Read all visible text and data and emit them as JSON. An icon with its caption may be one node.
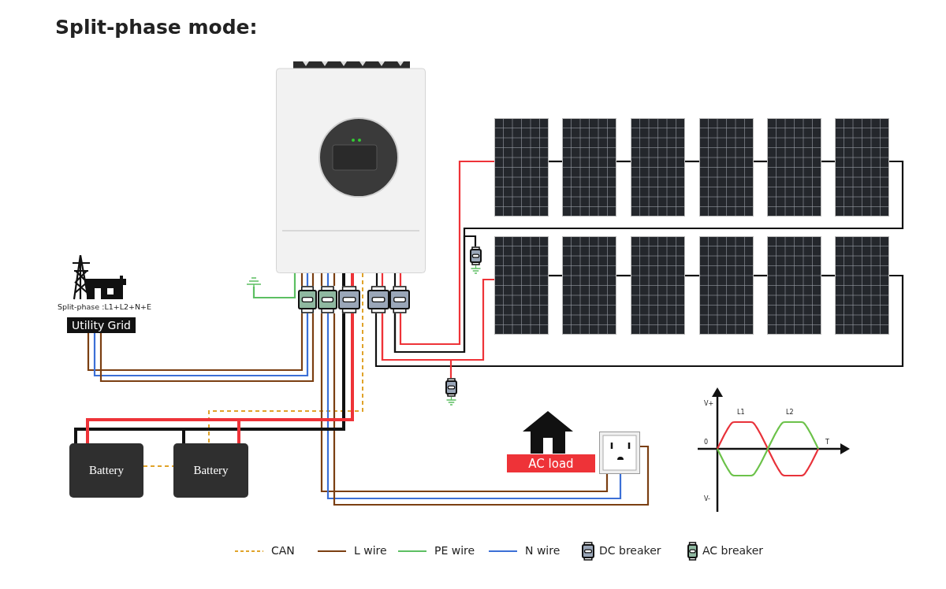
{
  "diagram": {
    "title": "Split-phase mode:",
    "nodes": [
      {
        "text": [],
        "shape": "box"
      },
      {
        "text": [],
        "shape": "panel"
      },
      {
        "text": [],
        "shape": "panel"
      },
      {
        "text": [],
        "shape": "panel"
      },
      {
        "text": [],
        "shape": "panel"
      },
      {
        "text": [],
        "shape": "panel"
      },
      {
        "text": [],
        "shape": "panel"
      },
      {
        "text": [],
        "shape": "panel"
      },
      {
        "text": [],
        "shape": "panel"
      },
      {
        "text": [],
        "shape": "panel"
      },
      {
        "text": [],
        "shape": "panel"
      },
      {
        "text": [],
        "shape": "panel"
      },
      {
        "text": [],
        "shape": "panel"
      },
      {
        "text": [],
        "shape": "breaker"
      },
      {
        "text": [],
        "shape": "ground"
      },
      {
        "text": [
          "Utility Grid"
        ],
        "beside": [
          "Split-phase :L1+L2+N+E"
        ]
      },
      {
        "text": [],
        "shape": "breaker"
      },
      {
        "text": [],
        "shape": "breaker"
      },
      {
        "text": [],
        "shape": "breaker"
      },
      {
        "text": [],
        "shape": "breaker"
      },
      {
        "text": [],
        "shape": "breaker"
      },
      {
        "text": [],
        "shape": "breaker"
      },
      {
        "text": [
          "AC load"
        ]
      },
      {
        "text": [],
        "shape": "socket"
      },
      {
        "text": [
          "Battery"
        ]
      },
      {
        "text": [
          "Battery"
        ]
      }
    ],
    "edges": [
      {
        "from": 14,
        "to": 0,
        "arrow": "none",
        "color": "#5cbf62"
      },
      {
        "from": 0,
        "to": 16,
        "arrow": "none",
        "color": "#7b3f12"
      },
      {
        "from": 0,
        "to": 16,
        "arrow": "none",
        "color": "#3b6fd6"
      },
      {
        "from": 0,
        "to": 16,
        "arrow": "none",
        "color": "#7b3f12"
      },
      {
        "from": 0,
        "to": 17,
        "arrow": "none",
        "color": "#7b3f12"
      },
      {
        "from": 0,
        "to": 17,
        "arrow": "none",
        "color": "#3b6fd6"
      },
      {
        "from": 0,
        "to": 17,
        "arrow": "none",
        "color": "#7b3f12"
      },
      {
        "from": 0,
        "to": 18,
        "arrow": "none",
        "style": "thick"
      },
      {
        "from": 0,
        "to": 18,
        "arrow": "none",
        "style": "thick",
        "color": "#ee3338"
      },
      {
        "from": 0,
        "to": 19,
        "arrow": "none"
      },
      {
        "from": 0,
        "to": 19,
        "arrow": "none",
        "color": "#ee3338"
      },
      {
        "from": 0,
        "to": 20,
        "arrow": "none"
      },
      {
        "from": 0,
        "to": 20,
        "arrow": "none",
        "color": "#ee3338"
      },
      {
        "from": 0,
        "to": 25,
        "arrow": "none",
        "style": "dashed",
        "color": "#e0a32a"
      },
      {
        "from": 24,
        "to": 25,
        "arrow": "none",
        "style": "dashed",
        "color": "#e0a32a"
      },
      {
        "from": 16,
        "to": 15,
        "arrow": "none",
        "color": "#7b3f12"
      },
      {
        "from": 16,
        "to": 15,
        "arrow": "none",
        "color": "#3b6fd6"
      },
      {
        "from": 16,
        "to": 15,
        "arrow": "none",
        "color": "#7b3f12"
      },
      {
        "from": 17,
        "to": 23,
        "arrow": "none",
        "color": "#7b3f12"
      },
      {
        "from": 17,
        "to": 23,
        "arrow": "none",
        "color": "#3b6fd6"
      },
      {
        "from": 17,
        "to": 23,
        "arrow": "none",
        "color": "#7b3f12"
      },
      {
        "from": 18,
        "to": 24,
        "arrow": "none",
        "style": "thick"
      },
      {
        "from": 18,
        "to": 24,
        "arrow": "none",
        "style": "thick",
        "color": "#ee3338"
      },
      {
        "from": 18,
        "to": 25,
        "arrow": "none",
        "style": "thick"
      },
      {
        "from": 18,
        "to": 25,
        "arrow": "none",
        "style": "thick",
        "color": "#ee3338"
      },
      {
        "from": 19,
        "to": 7,
        "arrow": "none",
        "color": "#ee3338"
      },
      {
        "from": 12,
        "to": 19,
        "arrow": "none"
      },
      {
        "from": 20,
        "to": 1,
        "arrow": "none",
        "color": "#ee3338"
      },
      {
        "from": 6,
        "to": 20,
        "arrow": "none"
      },
      {
        "from": 13,
        "to": 20,
        "arrow": "none"
      },
      {
        "from": 21,
        "to": 19,
        "arrow": "none",
        "color": "#ee3338"
      },
      {
        "from": 1,
        "to": 2,
        "arrow": "none"
      },
      {
        "from": 2,
        "to": 3,
        "arrow": "none"
      },
      {
        "from": 3,
        "to": 4,
        "arrow": "none"
      },
      {
        "from": 4,
        "to": 5,
        "arrow": "none"
      },
      {
        "from": 5,
        "to": 6,
        "arrow": "none"
      },
      {
        "from": 7,
        "to": 8,
        "arrow": "none"
      },
      {
        "from": 8,
        "to": 9,
        "arrow": "none"
      },
      {
        "from": 9,
        "to": 10,
        "arrow": "none"
      },
      {
        "from": 10,
        "to": 11,
        "arrow": "none"
      },
      {
        "from": 11,
        "to": 12,
        "arrow": "none"
      }
    ],
    "labels": [
      "V+",
      "L1",
      "L2",
      "0",
      "T",
      "V-"
    ],
    "legend": [
      {
        "text": "CAN"
      },
      {
        "text": "L wire"
      },
      {
        "text": "PE wire"
      },
      {
        "text": "N wire"
      },
      {
        "text": "DC breaker"
      },
      {
        "text": "AC breaker"
      }
    ]
  }
}
